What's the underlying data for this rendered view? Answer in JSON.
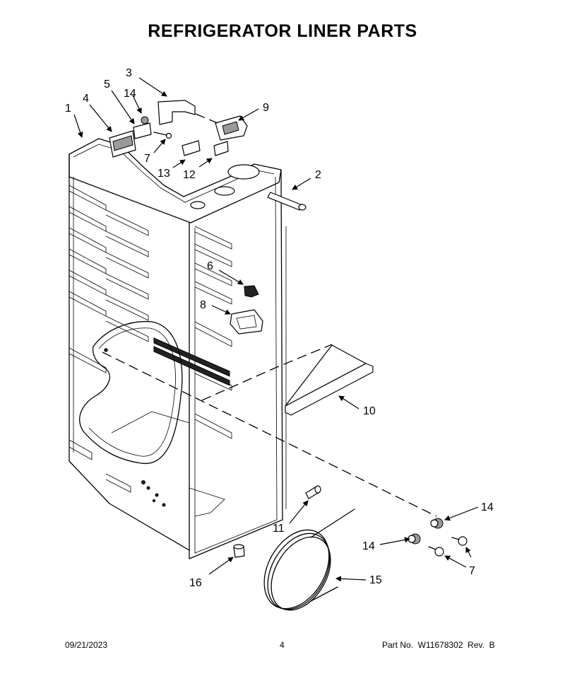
{
  "title": "REFRIGERATOR LINER PARTS",
  "callouts": [
    {
      "id": "1",
      "label": "1"
    },
    {
      "id": "2",
      "label": "2"
    },
    {
      "id": "3",
      "label": "3"
    },
    {
      "id": "4",
      "label": "4"
    },
    {
      "id": "5",
      "label": "5"
    },
    {
      "id": "6",
      "label": "6"
    },
    {
      "id": "7a",
      "label": "7"
    },
    {
      "id": "7b",
      "label": "7"
    },
    {
      "id": "8",
      "label": "8"
    },
    {
      "id": "9",
      "label": "9"
    },
    {
      "id": "10",
      "label": "10"
    },
    {
      "id": "11",
      "label": "11"
    },
    {
      "id": "12",
      "label": "12"
    },
    {
      "id": "13",
      "label": "13"
    },
    {
      "id": "14a",
      "label": "14"
    },
    {
      "id": "14b",
      "label": "14"
    },
    {
      "id": "14c",
      "label": "14"
    },
    {
      "id": "15",
      "label": "15"
    },
    {
      "id": "16",
      "label": "16"
    }
  ],
  "footer": {
    "date": "09/21/2023",
    "page": "4",
    "part_no": "Part No.  W11678302  Rev.  B"
  }
}
